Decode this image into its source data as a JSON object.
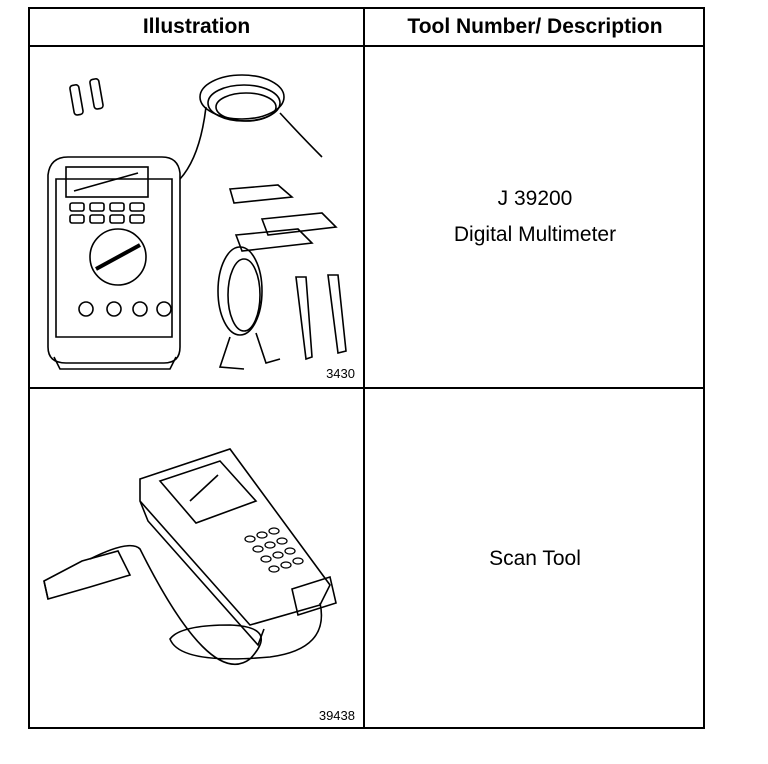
{
  "table": {
    "headers": {
      "illustration": "Illustration",
      "description": "Tool Number/ Description"
    },
    "rows": [
      {
        "figure_number": "3430",
        "tool_number": "J 39200",
        "description": "Digital Multimeter"
      },
      {
        "figure_number": "39438",
        "tool_number": "",
        "description": "Scan Tool"
      }
    ]
  }
}
